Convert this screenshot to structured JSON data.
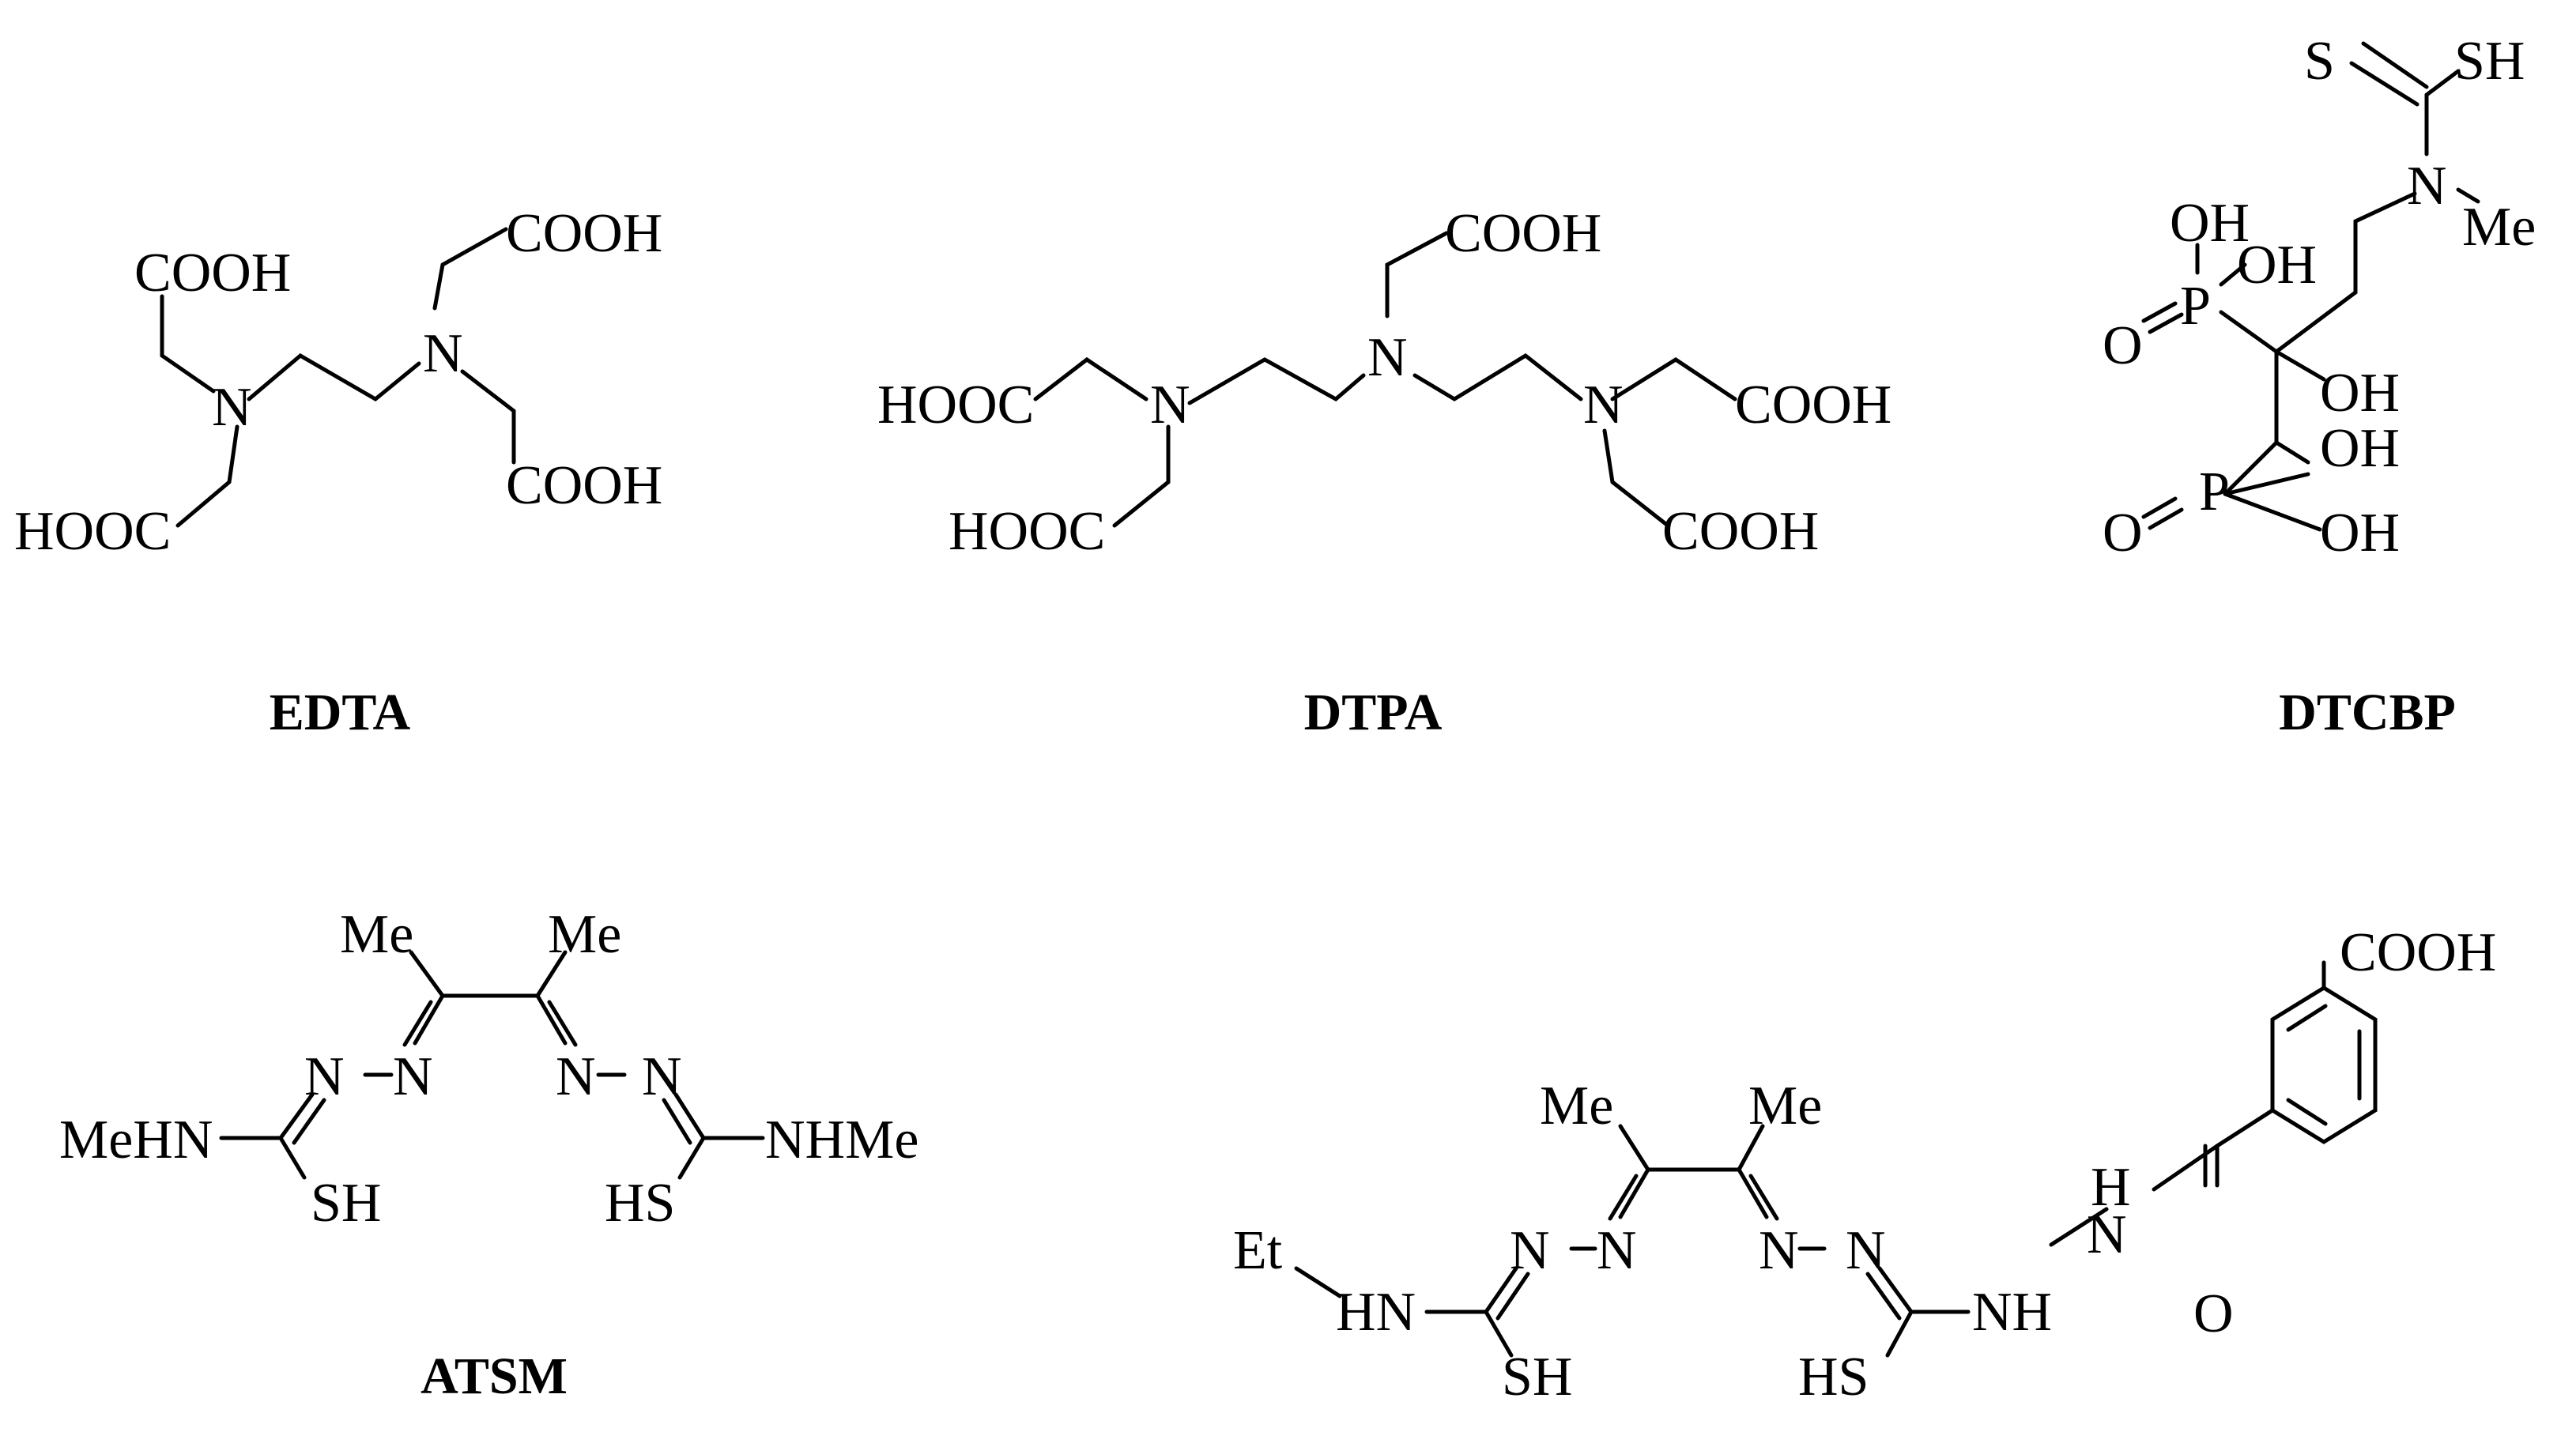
{
  "figure": {
    "colors": {
      "ink": "#000000",
      "background": "#ffffff"
    },
    "molecules": [
      {
        "name": "EDTA",
        "atoms": {
          "cooh_top_left": "COOH",
          "n_left": "N",
          "n_right": "N",
          "cooh_top_right": "COOH",
          "cooh_bottom_right": "COOH",
          "hooc_bottom_left": "HOOC"
        }
      },
      {
        "name": "DTPA",
        "atoms": {
          "cooh_top": "COOH",
          "hooc_left": "HOOC",
          "n_left": "N",
          "n_center": "N",
          "n_right": "N",
          "cooh_right": "COOH",
          "hooc_bottom_left": "HOOC",
          "cooh_bottom_right": "COOH"
        }
      },
      {
        "name": "DTCBP",
        "atoms": {
          "s": "S",
          "sh": "SH",
          "n": "N",
          "me": "Me",
          "oh_p1_a": "OH",
          "oh_p1_b": "OH",
          "o_p1": "O",
          "p1": "P",
          "oh_c": "OH",
          "oh_p2_a": "OH",
          "o_p2": "O",
          "p2": "P",
          "oh_p2_b": "OH"
        }
      },
      {
        "name": "ATSM",
        "atoms": {
          "me_left": "Me",
          "me_right": "Me",
          "n_a": "N",
          "n_b": "N",
          "n_c": "N",
          "n_d": "N",
          "nhme_left": "MeHN",
          "nhme_right": "NHMe",
          "sh_left": "SH",
          "sh_right": "HS"
        }
      },
      {
        "name": "",
        "atoms": {
          "cooh": "COOH",
          "me_left": "Me",
          "me_right": "Me",
          "et": "Et",
          "hn": "HN",
          "n_a": "N",
          "n_b": "N",
          "n_c": "N",
          "n_d": "N",
          "nh": "NH",
          "h": "H",
          "n_amide": "N",
          "o": "O",
          "sh": "SH",
          "hs": "HS"
        }
      }
    ]
  }
}
